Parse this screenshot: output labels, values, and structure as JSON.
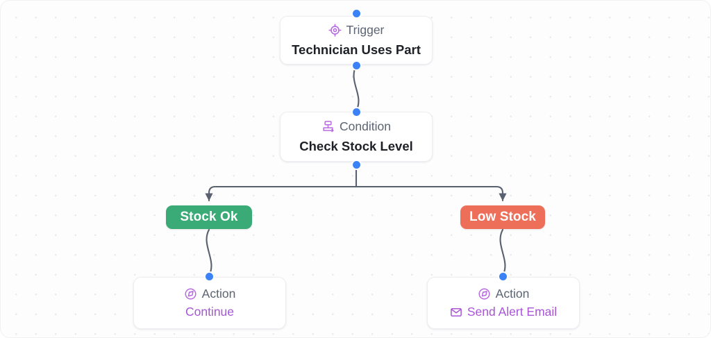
{
  "canvas": {
    "background_color": "#fdfdfd",
    "grid_dot_color": "#e9e9ec"
  },
  "colors": {
    "accent_purple": "#a855d6",
    "label_gray": "#5b6472",
    "title_dark": "#1d2026",
    "handle_blue": "#3b82f6",
    "edge_gray": "#59606e",
    "success_green": "#3aab77",
    "danger_red": "#ee6f59"
  },
  "nodes": {
    "trigger": {
      "kind": "Trigger",
      "kind_icon": "crosshair-target-icon",
      "title": "Technician Uses Part"
    },
    "condition": {
      "kind": "Condition",
      "kind_icon": "branch-split-icon",
      "title": "Check Stock Level"
    },
    "action_continue": {
      "kind": "Action",
      "kind_icon": "pointer-in-circle-icon",
      "title": "Continue"
    },
    "action_email": {
      "kind": "Action",
      "kind_icon": "pointer-in-circle-icon",
      "title": "Send Alert Email",
      "title_icon": "envelope-mail-icon"
    }
  },
  "branches": [
    {
      "label": "Stock Ok",
      "color": "#3aab77"
    },
    {
      "label": "Low Stock",
      "color": "#ee6f59"
    }
  ]
}
